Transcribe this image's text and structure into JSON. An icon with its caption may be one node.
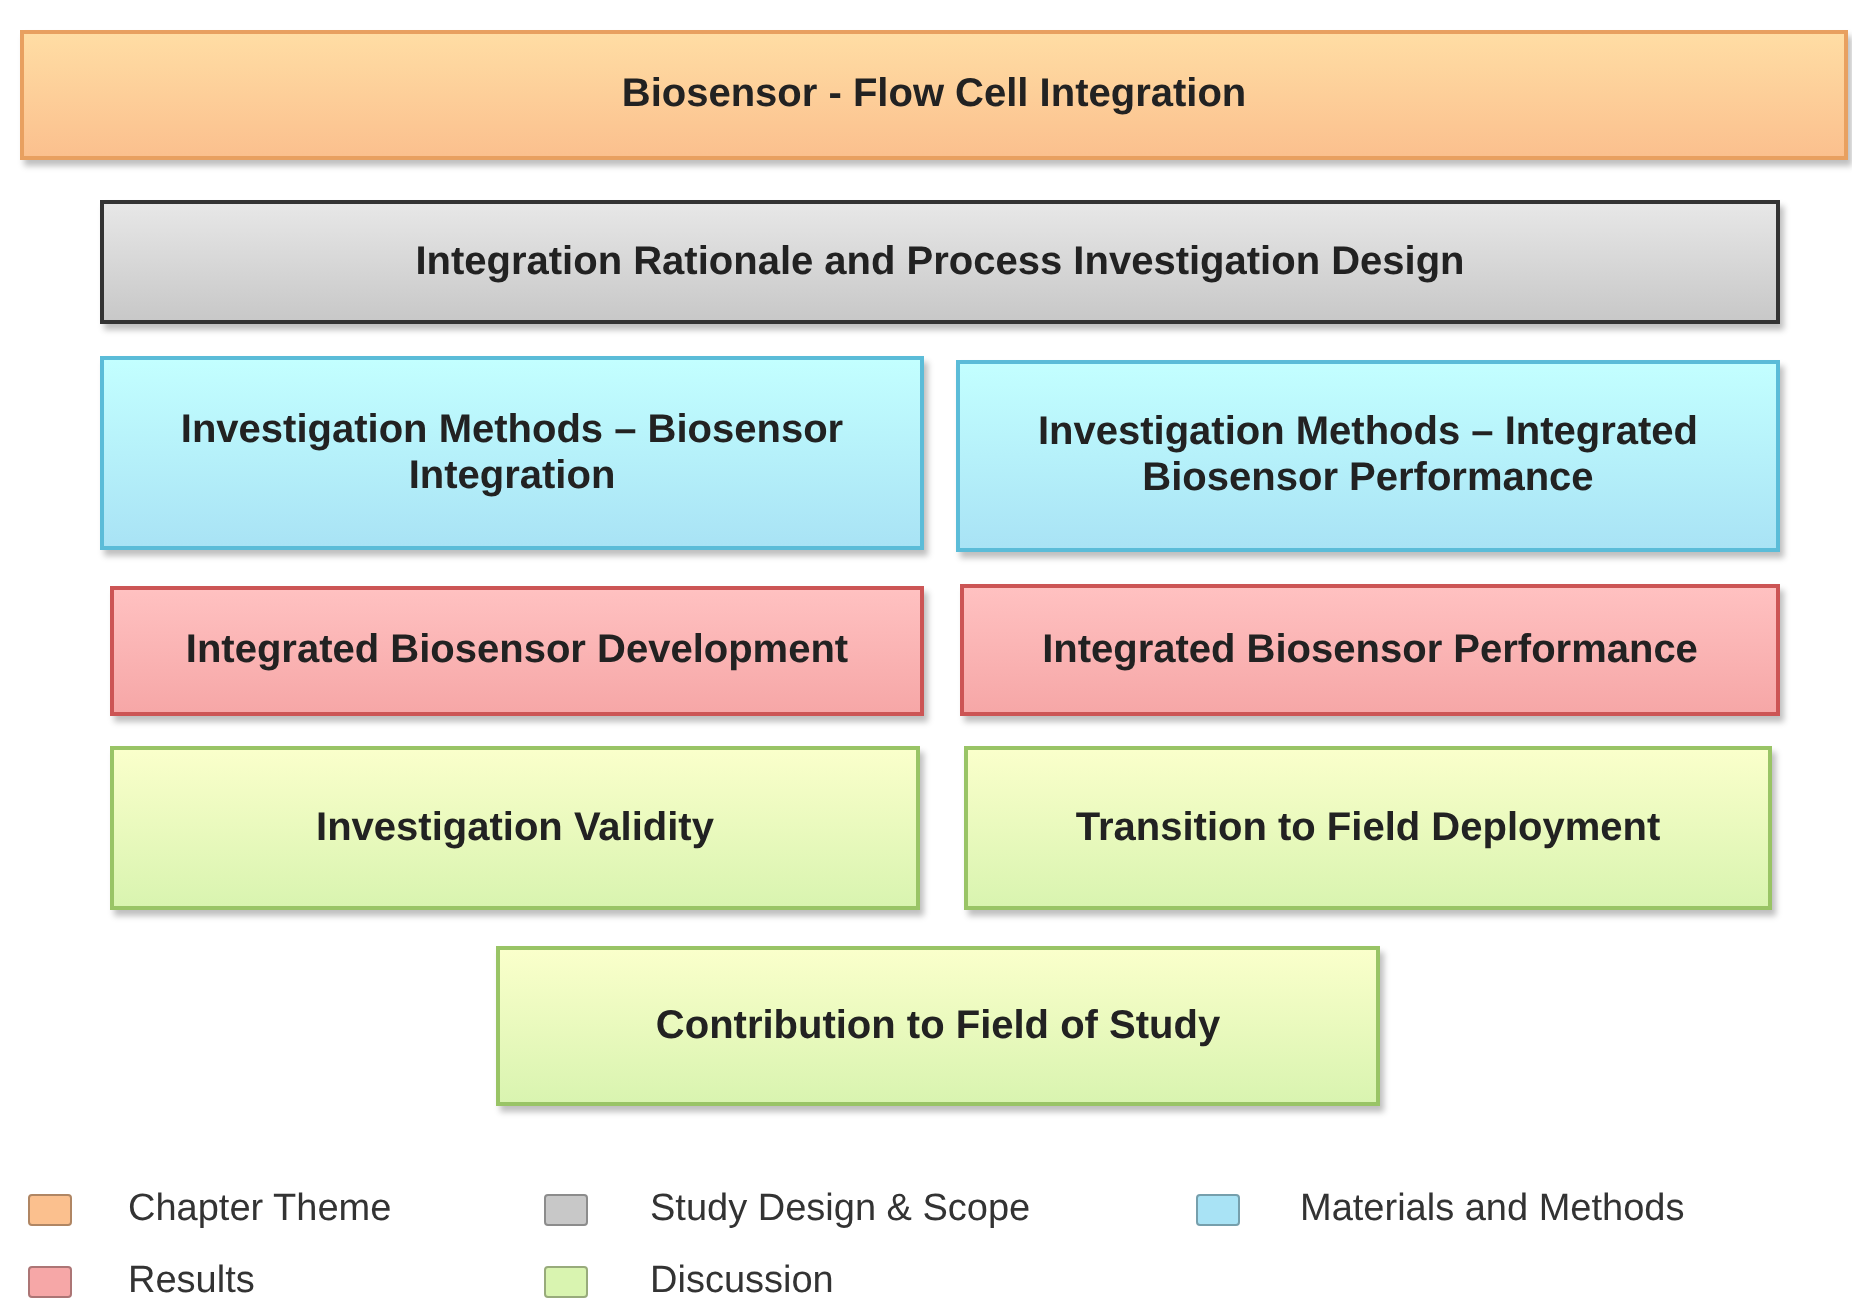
{
  "diagram": {
    "nodes": [
      {
        "text": [
          "Biosensor - Flow Cell Integration"
        ]
      },
      {
        "text": [
          "Integration Rationale and Process Investigation Design"
        ]
      },
      {
        "text": [
          "Investigation Methods – Biosensor Integration"
        ]
      },
      {
        "text": [
          "Investigation Methods – Integrated Biosensor Performance"
        ]
      },
      {
        "text": [
          "Integrated Biosensor Development"
        ]
      },
      {
        "text": [
          "Integrated Biosensor Performance"
        ]
      },
      {
        "text": [
          "Investigation Validity"
        ]
      },
      {
        "text": [
          "Transition to Field Deployment"
        ]
      },
      {
        "text": [
          "Contribution to Field of Study"
        ]
      }
    ],
    "legend": [
      {
        "text": "Chapter Theme",
        "color": "#fbc08e"
      },
      {
        "text": "Study Design & Scope",
        "color": "#c8c8c8"
      },
      {
        "text": "Materials and Methods",
        "color": "#a9e3f5"
      },
      {
        "text": "Results",
        "color": "#f6a7a7"
      },
      {
        "text": "Discussion",
        "color": "#d9f4b0"
      }
    ]
  }
}
